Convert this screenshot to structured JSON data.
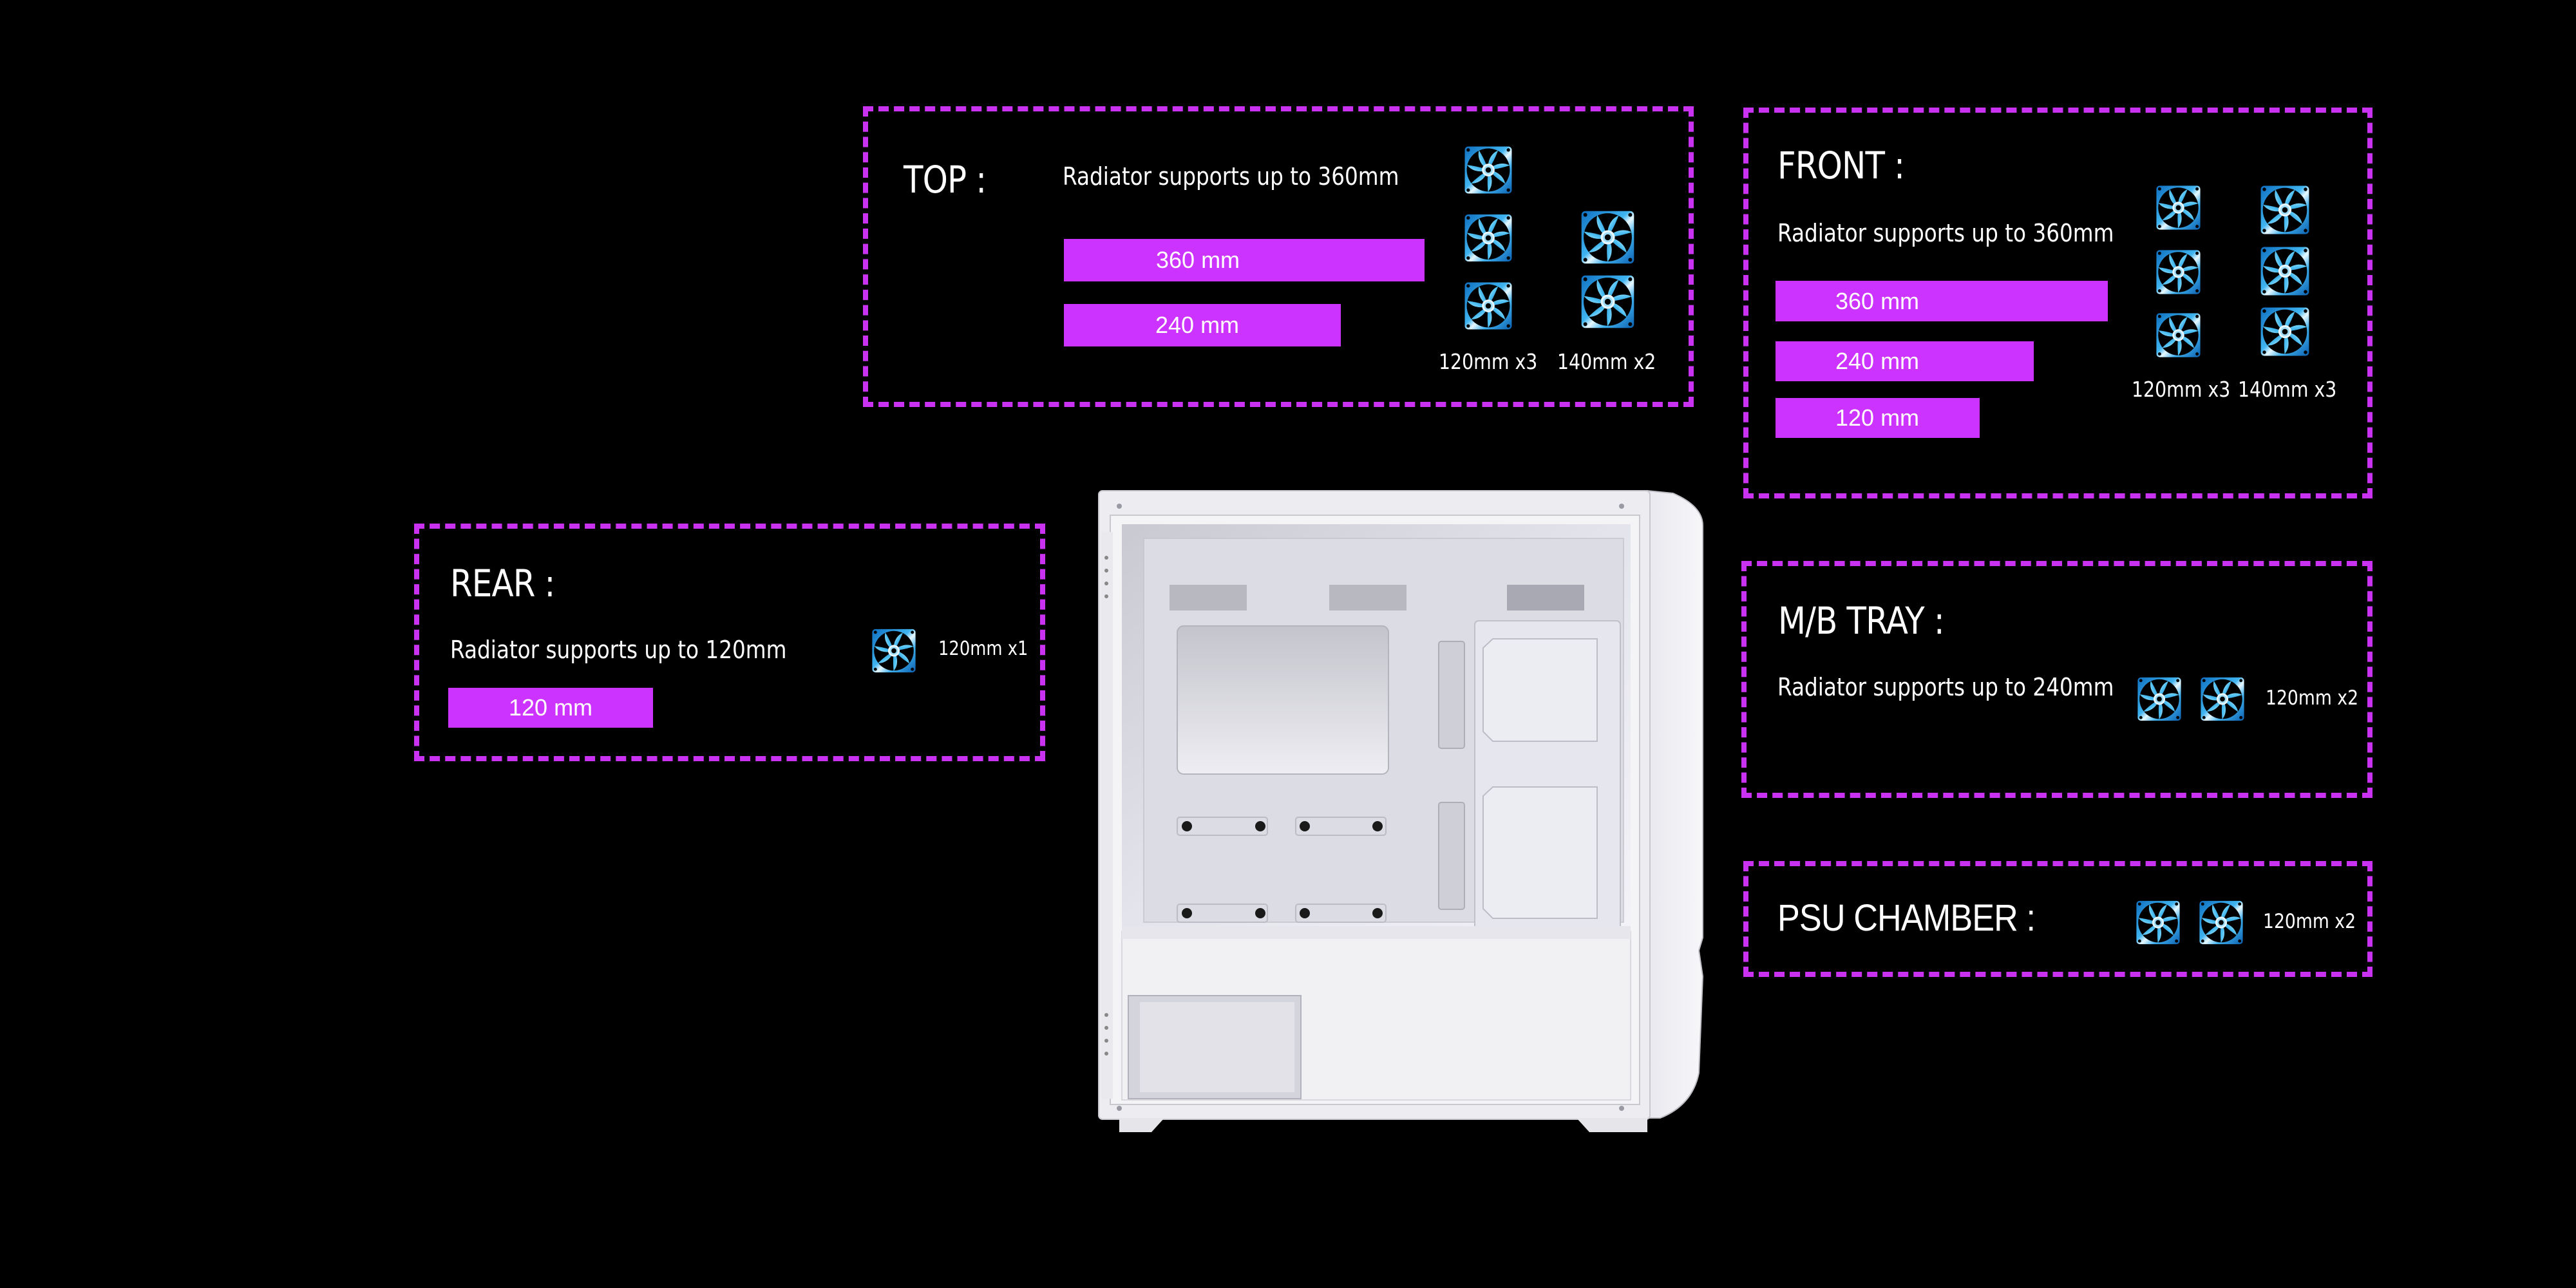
{
  "colors": {
    "background": "#000000",
    "accent_magenta": "#cc33ff",
    "dash_border": "#c832f0",
    "fan_blue": "#1e8fd8",
    "text": "#ffffff"
  },
  "sections": {
    "top": {
      "title": "TOP :",
      "radiator_text": "Radiator supports up to 360mm",
      "radiators": [
        {
          "label": "360 mm",
          "size_mm": 360
        },
        {
          "label": "240 mm",
          "size_mm": 240
        }
      ],
      "fans": [
        {
          "label": "120mm x3",
          "size_mm": 120,
          "count": 3
        },
        {
          "label": "140mm x2",
          "size_mm": 140,
          "count": 2
        }
      ]
    },
    "front": {
      "title": "FRONT :",
      "radiator_text": "Radiator supports up to 360mm",
      "radiators": [
        {
          "label": "360 mm",
          "size_mm": 360
        },
        {
          "label": "240 mm",
          "size_mm": 240
        },
        {
          "label": "120 mm",
          "size_mm": 120
        }
      ],
      "fans": [
        {
          "label": "120mm x3",
          "size_mm": 120,
          "count": 3
        },
        {
          "label": "140mm x3",
          "size_mm": 140,
          "count": 3
        }
      ]
    },
    "rear": {
      "title": "REAR :",
      "radiator_text": "Radiator supports up to 120mm",
      "radiators": [
        {
          "label": "120 mm",
          "size_mm": 120
        }
      ],
      "fans": [
        {
          "label": "120mm x1",
          "size_mm": 120,
          "count": 1
        }
      ]
    },
    "mb_tray": {
      "title": "M/B TRAY :",
      "radiator_text": "Radiator supports up to 240mm",
      "fans": [
        {
          "label": "120mm x2",
          "size_mm": 120,
          "count": 2
        }
      ]
    },
    "psu_chamber": {
      "title": "PSU CHAMBER :",
      "fans": [
        {
          "label": "120mm x2",
          "size_mm": 120,
          "count": 2
        }
      ]
    }
  },
  "product_image": {
    "description": "white PC tower case, side view with glass panel removed"
  }
}
